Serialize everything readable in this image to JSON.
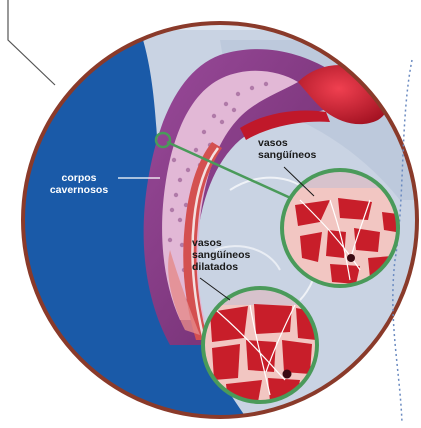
{
  "labels": {
    "corpos": {
      "line1": "corpos",
      "line2": "cavernosos"
    },
    "vasos": {
      "line1": "vasos",
      "line2": "sangüíneos"
    },
    "dilatados": {
      "line1": "vasos",
      "line2": "sangüíneos",
      "line3": "dilatados"
    }
  },
  "colors": {
    "frame": "#8a3a2a",
    "blue_background": "#1a5aa8",
    "body_pink": "#8a3a8a",
    "glans_red": "#c0182a",
    "tissue_pink": "#f2c6c2",
    "vessel_red": "#c81e2a",
    "leader_green": "#4a9a5a"
  }
}
